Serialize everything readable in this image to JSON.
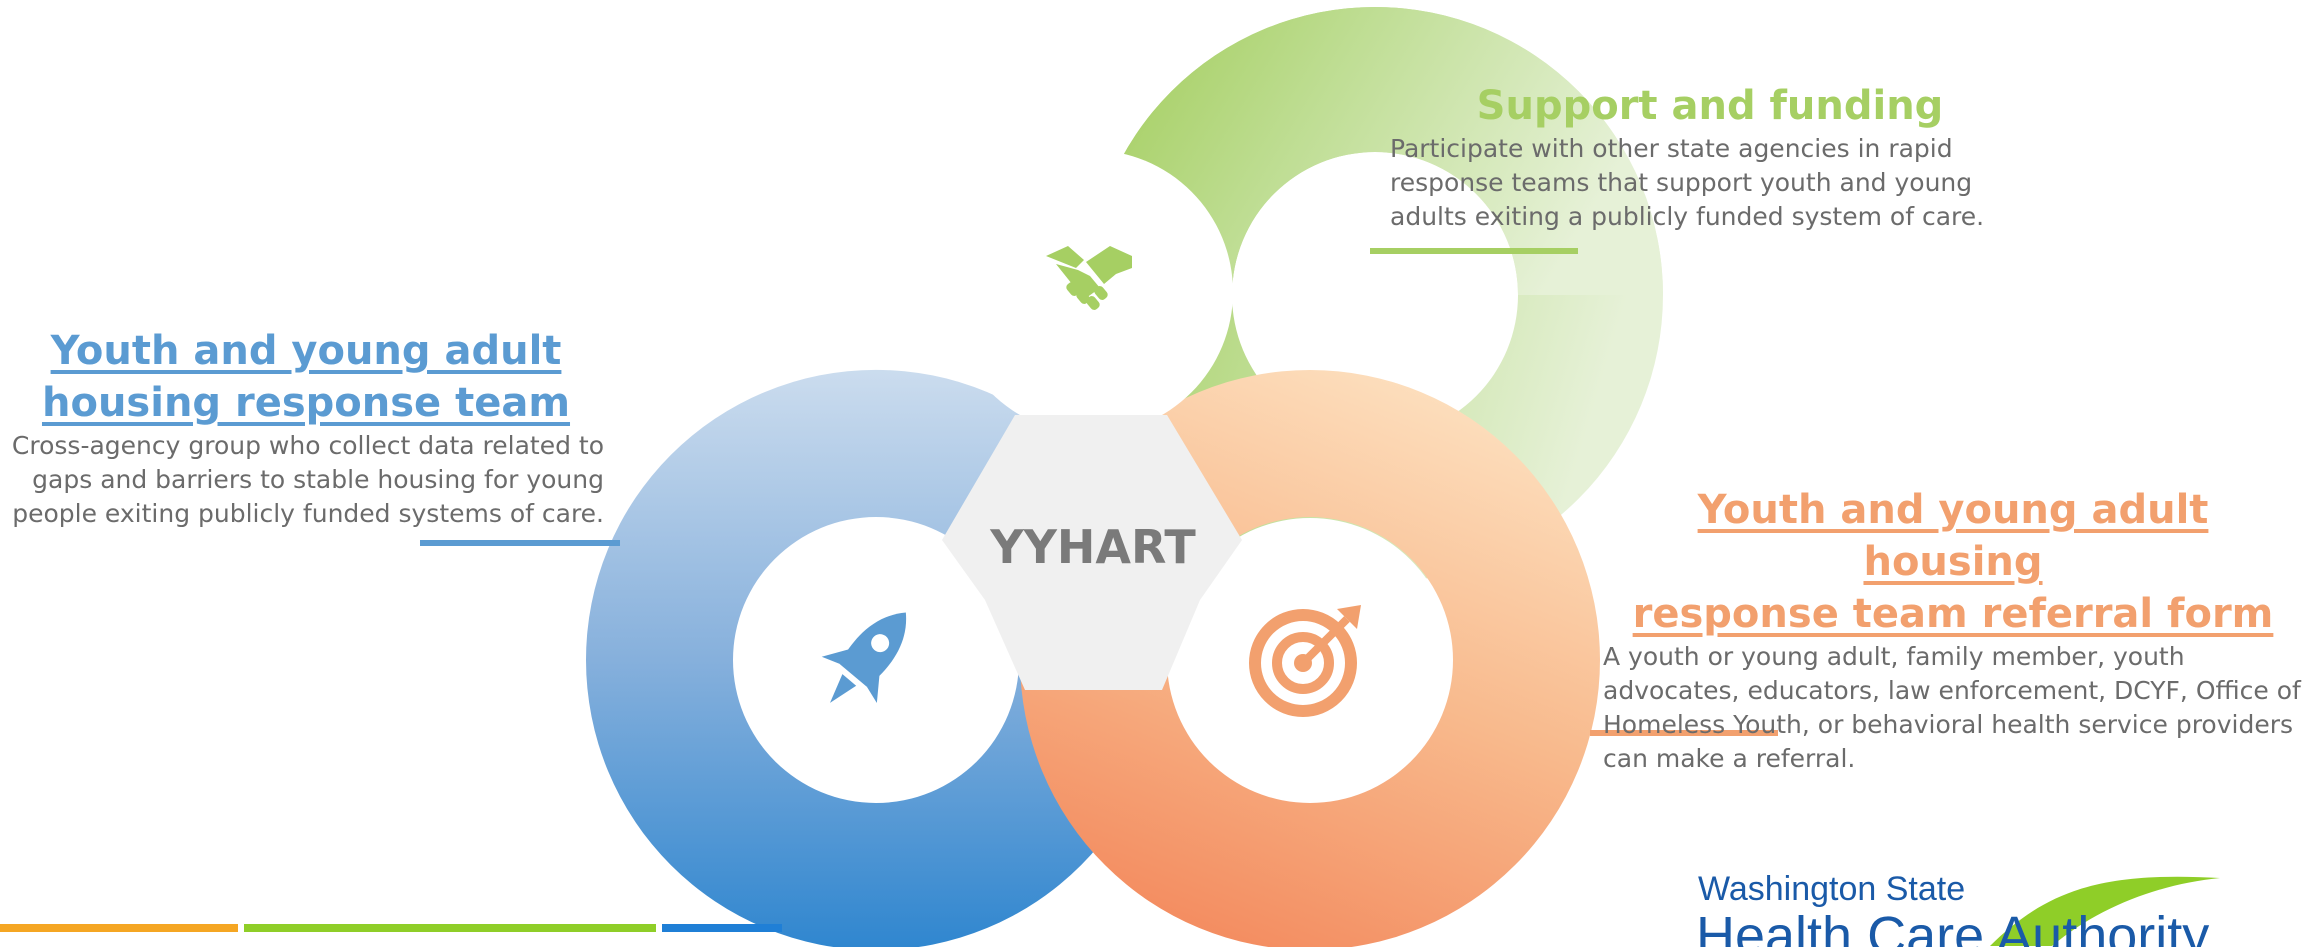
{
  "center_label": "YYHART",
  "sections": {
    "left": {
      "title_line1": "Youth and young adult",
      "title_line2": "housing response team",
      "desc_line1": "Cross-agency group who collect data related to",
      "desc_line2": "gaps and barriers to stable housing for young",
      "desc_line3": "people exiting publicly funded systems of care."
    },
    "top": {
      "title": "Support and funding",
      "desc_line1": "Participate with other state agencies in rapid",
      "desc_line2": "response teams that support youth and young",
      "desc_line3": "adults exiting a publicly funded system of care."
    },
    "right": {
      "title_line1": "Youth and young adult housing",
      "title_line2": "response team referral form",
      "desc_line1": "A youth or young adult, family member, youth",
      "desc_line2": "advocates, educators, law enforcement, DCYF, Office of",
      "desc_line3": "Homeless Youth, or behavioral health service providers",
      "desc_line4": "can make a referral."
    }
  },
  "icons": {
    "top": "handshake-icon",
    "left": "rocket-icon",
    "right": "target-icon"
  },
  "logo": {
    "line1": "Washington State",
    "line2": "Health Care Authority"
  },
  "colors": {
    "green": "#a6cf63",
    "blue": "#5b9bd2",
    "orange": "#f2a06e",
    "center_gray": "#f0f0f0",
    "center_text": "#7a7a7a",
    "bar_orange": "#f5a623",
    "bar_green": "#8fce28",
    "bar_blue": "#1f7fd6",
    "logo_blue": "#1a5aa8"
  }
}
